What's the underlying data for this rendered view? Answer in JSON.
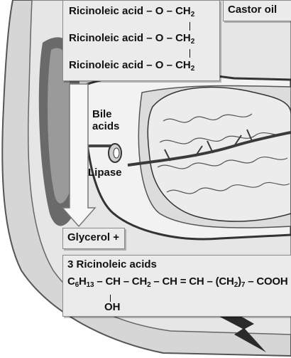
{
  "castor_oil": {
    "label": "Castor oil",
    "rows": [
      {
        "group": "Ricinoleic acid",
        "link": "– O –",
        "base": "CH",
        "sub": "2"
      },
      {
        "group": "Ricinoleic acid",
        "link": "– O –",
        "base": "CH",
        "sub": "2"
      },
      {
        "group": "Ricinoleic acid",
        "link": "– O –",
        "base": "CH",
        "sub": "2"
      }
    ]
  },
  "enzyme_labels": {
    "bile_acids": "Bile acids",
    "lipase": "Lipase"
  },
  "products": {
    "glycerol": "Glycerol +",
    "acids_title": "3 Ricinoleic acids",
    "formula": {
      "p1": "C",
      "s1": "6",
      "p2": "H",
      "s2": "13",
      "p3": " – CH – CH",
      "s3": "2",
      "p4": " – CH = CH – (CH",
      "s4": "2",
      "p5": ")",
      "s5": "7",
      "p6": " – COOH",
      "oh": "OH"
    }
  },
  "colors": {
    "tissue_outer": "#d2d2d2",
    "tissue_inner": "#e4e4e4",
    "intestine": "#ededed",
    "shadow": "#7a7a7a",
    "label_box": "#ebebeb"
  }
}
